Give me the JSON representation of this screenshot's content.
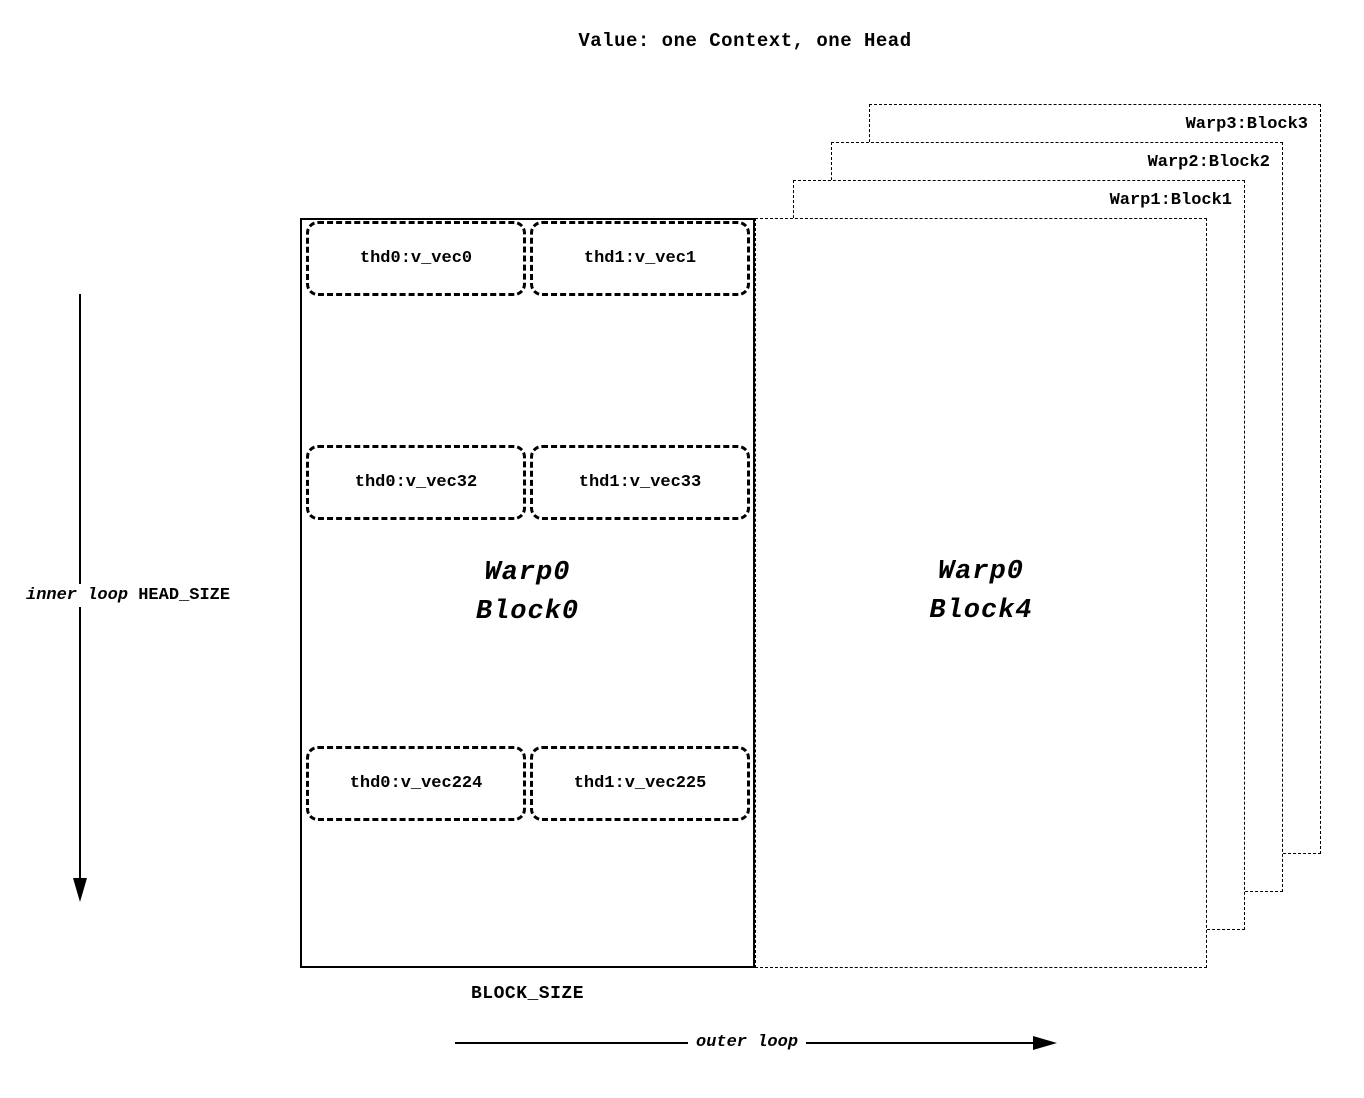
{
  "title": "Value: one Context, one Head",
  "back_blocks": [
    {
      "label": "Warp3:Block3"
    },
    {
      "label": "Warp2:Block2"
    },
    {
      "label": "Warp1:Block1"
    }
  ],
  "front_block": {
    "line1": "Warp0",
    "line2": "Block4"
  },
  "main_block": {
    "line1": "Warp0",
    "line2": "Block0",
    "rows": [
      {
        "left": "thd0:v_vec0",
        "right": "thd1:v_vec1"
      },
      {
        "left": "thd0:v_vec32",
        "right": "thd1:v_vec33"
      },
      {
        "left": "thd0:v_vec224",
        "right": "thd1:v_vec225"
      }
    ]
  },
  "labels": {
    "inner_loop": "inner loop",
    "head_size": "HEAD_SIZE",
    "block_size": "BLOCK_SIZE",
    "outer_loop": "outer loop"
  }
}
